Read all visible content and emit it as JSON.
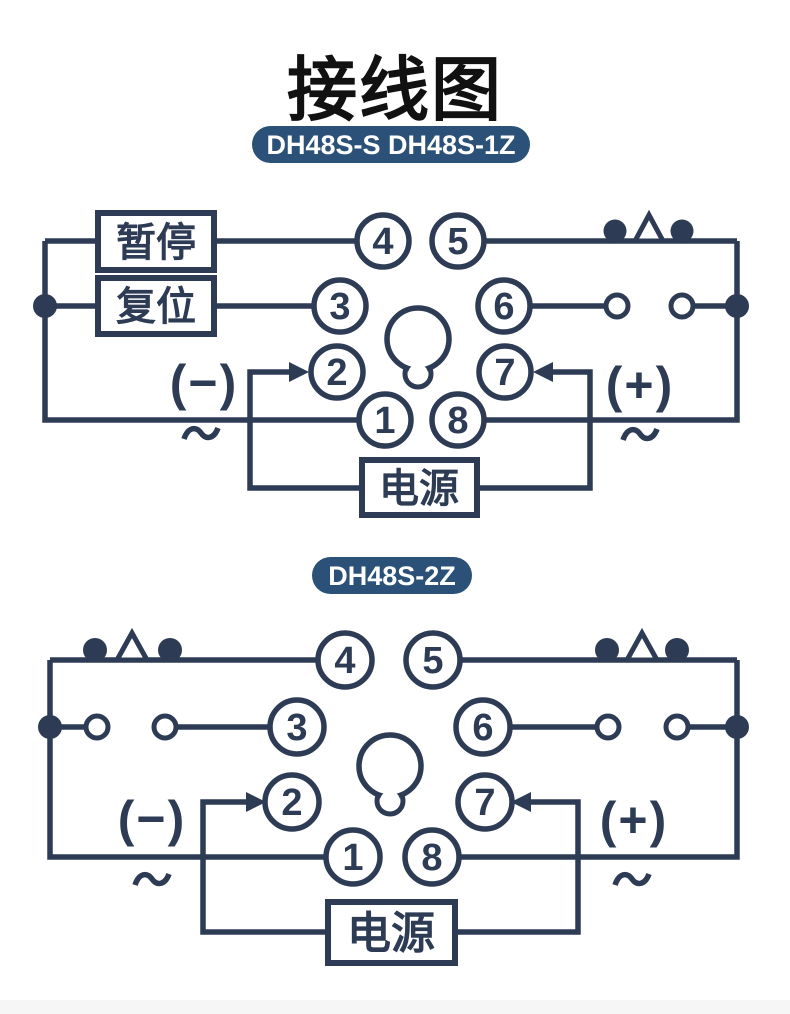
{
  "page": {
    "title": "接线图"
  },
  "colors": {
    "line": "#2d3b54",
    "badge_bg": "#2b5178",
    "badge_text": "#ffffff",
    "title": "#111111",
    "footer_strip": "#f6f6f7",
    "bg": "#ffffff"
  },
  "diagram1": {
    "badge": "DH48S-S DH48S-1Z",
    "pause_label": "暂停",
    "reset_label": "复位",
    "power_label": "电源",
    "minus_label": "(−)",
    "plus_label": "(+)",
    "ac_symbol": "~",
    "pin_numbers": [
      "1",
      "2",
      "3",
      "4",
      "5",
      "6",
      "7",
      "8"
    ]
  },
  "diagram2": {
    "badge": "DH48S-2Z",
    "power_label": "电源",
    "minus_label": "(−)",
    "plus_label": "(+)",
    "ac_symbol": "~",
    "pin_numbers": [
      "1",
      "2",
      "3",
      "4",
      "5",
      "6",
      "7",
      "8"
    ]
  },
  "icons": {
    "relay_contact": "dot-triangle-dot",
    "no_contact_terminal": "open-circle-pair",
    "junction": "filled-dot",
    "power_arrow": "solid-arrowhead",
    "socket_center": "keyhole",
    "ac_mark": "tilde-wave"
  }
}
